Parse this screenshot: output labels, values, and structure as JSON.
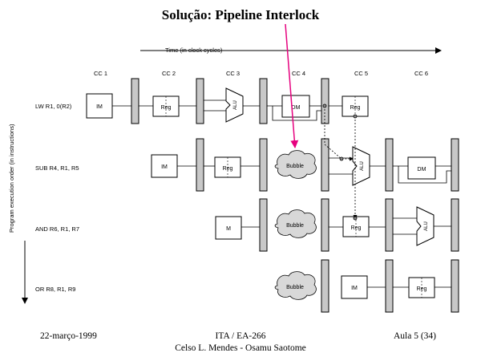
{
  "slide": {
    "title": "Solução:  Pipeline Interlock",
    "time_axis_label": "Time (in clock cycles)",
    "order_axis_label": "Program execution order (in instructions)",
    "clock_cycles": [
      "CC 1",
      "CC 2",
      "CC 3",
      "CC 4",
      "CC 5",
      "CC 6"
    ],
    "instructions": [
      "LW   R1, 0(R2)",
      "SUB R4, R1, R5",
      "AND R6, R1, R7",
      "OR  R8, R1, R9"
    ],
    "stage_labels": {
      "im": "IM",
      "reg": "Reg",
      "alu": "ALU",
      "dm": "DM",
      "bubble": "Bubble"
    },
    "footer": {
      "date": "22-março-1999",
      "course": "ITA / EA-266",
      "authors": "Celso L. Mendes - Osamu Saotome",
      "page": "Aula 5 (34)"
    },
    "colors": {
      "interlock_arrow": "#e6007e",
      "pipeline_register": "#c8c8c8",
      "bubble": "#d8d8d8"
    }
  }
}
